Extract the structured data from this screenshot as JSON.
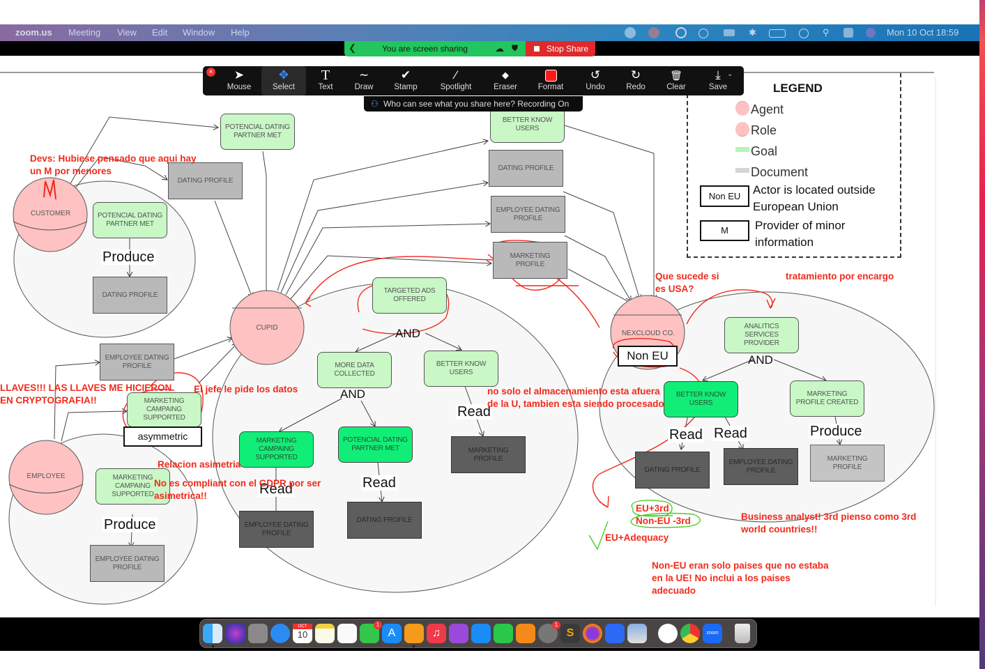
{
  "menubar": {
    "app_name": "zoom.us",
    "menus": [
      "Meeting",
      "View",
      "Edit",
      "Window",
      "Help"
    ],
    "status_icons": [
      "zoom-status-icon",
      "creative-cloud-icon",
      "nordvpn-icon",
      "play-icon",
      "flag-icon",
      "bluetooth-icon",
      "battery-icon",
      "user-icon",
      "spotlight-search-icon",
      "control-center-icon",
      "siri-icon"
    ],
    "clock": "Mon 10 Oct  18:59"
  },
  "share_bar": {
    "status": "You are screen sharing",
    "stop_label": "Stop Share"
  },
  "annotation_toolbar": {
    "tools": [
      {
        "label": "Mouse",
        "icon": "cursor-arrow-icon",
        "glyph": "➤"
      },
      {
        "label": "Select",
        "icon": "move-arrows-icon",
        "glyph": "✥",
        "selected": true
      },
      {
        "label": "Text",
        "icon": "text-T-icon",
        "glyph": "T"
      },
      {
        "label": "Draw",
        "icon": "squiggle-icon",
        "glyph": "∼"
      },
      {
        "label": "Stamp",
        "icon": "checkmark-icon",
        "glyph": "✔"
      },
      {
        "label": "Spotlight",
        "icon": "magic-wand-icon",
        "glyph": "⁄"
      },
      {
        "label": "Eraser",
        "icon": "eraser-icon",
        "glyph": "◆"
      },
      {
        "label": "Format",
        "icon": "color-swatch-icon",
        "glyph": ""
      },
      {
        "label": "Undo",
        "icon": "undo-icon",
        "glyph": "↺"
      },
      {
        "label": "Redo",
        "icon": "redo-icon",
        "glyph": "↻"
      },
      {
        "label": "Clear",
        "icon": "trash-icon",
        "glyph": "🗑"
      },
      {
        "label": "Save",
        "icon": "save-download-icon",
        "glyph": "⤓"
      }
    ],
    "format_color": "#ff1a1a",
    "recording_notice": "Who can see what you share here? Recording On"
  },
  "legend": {
    "title": "LEGEND",
    "agent": "Agent",
    "role": "Role",
    "goal": "Goal",
    "document": "Document",
    "non_eu_box": "Non EU",
    "non_eu_desc_1": "Actor is located outside",
    "non_eu_desc_2": "European Union",
    "m_box": "M",
    "m_desc_1": "Provider of minor",
    "m_desc_2": "information"
  },
  "diagram": {
    "actors": {
      "customer": "CUSTOMER",
      "employee": "EMPLOYEE",
      "cupid": "CUPID",
      "nexcloud": "NEXCLOUD CO."
    },
    "nodes": {
      "top_potencial": "POTENCIAL DATING PARTNER MET",
      "top_dating_profile": "DATING PROFILE",
      "cust_potencial": "POTENCIAL DATING PARTNER MET",
      "cust_dating_profile": "DATING PROFILE",
      "emp_dating_profile_ext": "EMPLOYEE DATING PROFILE",
      "emp_marketing_ext": "MARKETING CAMPAING SUPPORTED",
      "emp_marketing": "MARKETING CAMPAING SUPPORTED",
      "emp_dating_profile": "EMPLOYEE DATING PROFILE",
      "right_better_know": "BETTER KNOW USERS",
      "right_dating_profile": "DATING PROFILE",
      "right_emp_dating_profile": "EMPLOYEE DATING PROFILE",
      "right_marketing_profile": "MARKETING PROFILE",
      "targeted_ads": "TARGETED ADS OFFERED",
      "more_data": "MORE DATA COLLECTED",
      "better_know": "BETTER KNOW USERS",
      "marketing_supported": "MARKETING CAMPAING SUPPORTED",
      "potencial_met": "POTENCIAL DATING PARTNER MET",
      "marketing_profile_dark": "MARKETING PROFILE",
      "emp_profile_dark": "EMPLOYEE DATING PROFILE",
      "dating_profile_dark": "DATING PROFILE",
      "analitics": "ANALITICS SERVICES PROVIDER",
      "nx_better_know": "BETTER KNOW USERS",
      "nx_marketing_created": "MARKETING PROFILE CREATED",
      "nx_dating_profile": "DATING PROFILE",
      "nx_emp_profile": "EMPLOYEE DATING PROFILE",
      "nx_marketing_profile": "MARKETING PROFILE"
    },
    "link_labels": {
      "produce": "Produce",
      "read": "Read",
      "and": "AND"
    },
    "tags": {
      "asymmetric": "asymmetric",
      "non_eu": "Non EU"
    }
  },
  "annotations": {
    "devs_note": "Devs: Hubiese pensado que aqui hay\nun M por menores",
    "m_handwritten": "M",
    "llaves": "LLAVES!!! LAS LLAVES ME HICIERON\nEN CRYPTOGRAFIA!!",
    "jefe": "El jefe le pide los datos",
    "relacion": "Relacion asimetria",
    "no_compliant": "No es compliant con el GDPR por ser\nasimetrica!!",
    "almacenamiento": "no solo el almacenamiento esta afuera\nde la U, tambien esta siendo procesado",
    "que_sucede": "Que sucede si\nes USA?",
    "tratamiento": "tratamiento por encargo",
    "eu3rd": "EU+3rd",
    "noneu3rd": "Non-EU -3rd",
    "adequacy": "EU+Adequacy",
    "business": "Business analyst! 3rd pienso como 3rd\nworld countries!!",
    "noneu_note": "Non-EU eran solo paises que no estaba\nen la UE! No inclui a los paises\nadecuado"
  },
  "dock": {
    "apps": [
      "Finder",
      "Siri",
      "Launchpad",
      "Safari",
      "Calendar",
      "Notes",
      "Reminders",
      "Messages",
      "App Store",
      "Pages",
      "Music",
      "Podcasts",
      "Keynote",
      "Numbers",
      "Books",
      "System Preferences",
      "Sublime Text",
      "Firefox",
      "Signal",
      "Preview",
      "NordVPN",
      "Chrome",
      "Zoom",
      "Trash"
    ],
    "calendar_month": "OCT",
    "calendar_day": "10",
    "messages_badge": "1",
    "sysprefs_badge": "1",
    "zoom_label": "zoom"
  }
}
